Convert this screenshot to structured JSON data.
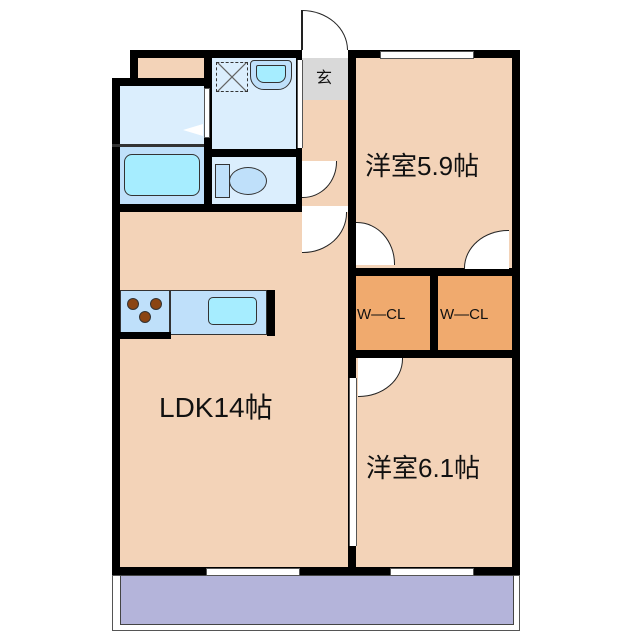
{
  "floorplan": {
    "rooms": {
      "western_room_1": {
        "label": "洋室5.9帖",
        "type": "Western-style room",
        "size_jo": 5.9
      },
      "western_room_2": {
        "label": "洋室6.1帖",
        "type": "Western-style room",
        "size_jo": 6.1
      },
      "ldk": {
        "label": "LDK14帖",
        "type": "Living Dining Kitchen",
        "size_jo": 14
      },
      "walk_in_closet_1": {
        "label": "W—CL"
      },
      "walk_in_closet_2": {
        "label": "W—CL"
      },
      "entrance": {
        "label": "玄"
      },
      "bathroom": {
        "label": ""
      },
      "washroom": {
        "label": ""
      },
      "toilet": {
        "label": ""
      },
      "balcony": {
        "label": ""
      }
    },
    "colors": {
      "floor": "#f3d3b8",
      "wet_area": "#dbeefd",
      "closet": "#f0aa6e",
      "entrance": "#d9d9d9",
      "balcony": "#b4b4da",
      "wall": "#000000"
    }
  }
}
